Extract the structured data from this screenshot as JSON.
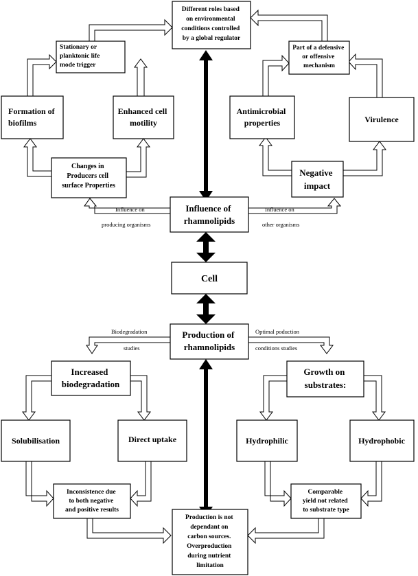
{
  "boxes": {
    "roles": [
      "Different roles based",
      "on environmental",
      "conditions controlled",
      "by a global regulator"
    ],
    "stationary": [
      "Stationary or",
      "planktonic life",
      "mode trigger"
    ],
    "defensive": [
      "Part of a defensive",
      "or offensive",
      "mechanism"
    ],
    "biofilms": [
      "Formation of",
      "biofilms"
    ],
    "motility": [
      "Enhanced cell",
      "motility"
    ],
    "antimicrobial": [
      "Antimicrobial",
      "properties"
    ],
    "virulence": [
      "Virulence"
    ],
    "changes": [
      "Changes in",
      "Producers cell",
      "surface Properties"
    ],
    "negative": [
      "Negative",
      "impact"
    ],
    "influence": [
      "Influence of",
      "rhamnolipids"
    ],
    "cell": [
      "Cell"
    ],
    "production": [
      "Production of",
      "rhamnolipids"
    ],
    "increased": [
      "Increased",
      "biodegradation"
    ],
    "growth": [
      "Growth on",
      "substrates:"
    ],
    "solubilisation": [
      "Solubilisation"
    ],
    "direct": [
      "Direct uptake"
    ],
    "hydrophilic": [
      "Hydrophilic"
    ],
    "hydrophobic": [
      "Hydrophobic"
    ],
    "inconsistence": [
      "Inconsistence due",
      "to both negative",
      "and positive results"
    ],
    "comparable": [
      "Comparable",
      "yield not related",
      "to substrate type"
    ],
    "notdependant": [
      "Production is not",
      "dependant on",
      "carbon sources.",
      "Overproduction",
      "during nutrient",
      "limitation"
    ]
  },
  "annotations": {
    "influence_on_1": "Influence on",
    "producing_organisms": "producing organisms",
    "influence_on_2": "Influence on",
    "other_organisms": "other organisms",
    "biodegradation": "Biodegradation",
    "studies": "studies",
    "optimal_production": "Optimal poduction",
    "conditions_studies": "conditions studies"
  }
}
